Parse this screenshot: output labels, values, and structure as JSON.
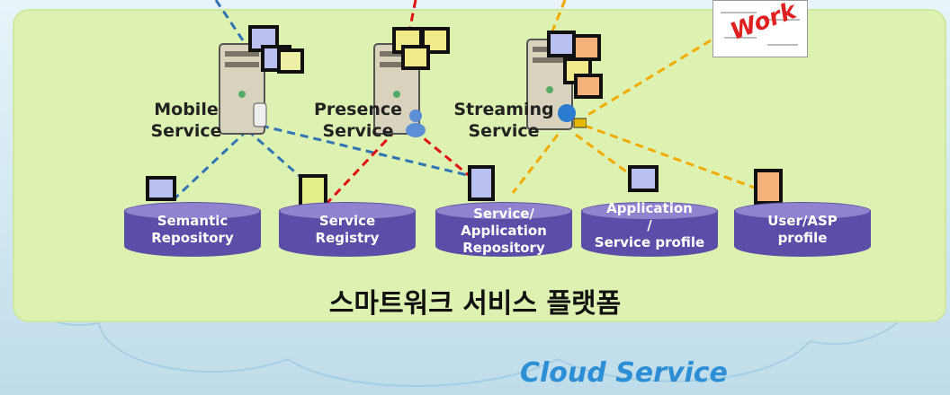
{
  "title": "스마트워크 서비스 플랫폼",
  "cloud_label": "Cloud Service",
  "services": [
    {
      "id": "mobile",
      "label_line1": "Mobile",
      "label_line2": "Service"
    },
    {
      "id": "presence",
      "label_line1": "Presence",
      "label_line2": "Service"
    },
    {
      "id": "streaming",
      "label_line1": "Streaming",
      "label_line2": "Service"
    }
  ],
  "repositories": [
    {
      "label_line1": "Semantic",
      "label_line2": "Repository",
      "label_line3": ""
    },
    {
      "label_line1": "Service",
      "label_line2": "Registry",
      "label_line3": ""
    },
    {
      "label_line1": "Service/",
      "label_line2": "Application",
      "label_line3": "Repository"
    },
    {
      "label_line1": "Application",
      "label_line2": "/",
      "label_line3": "Service profile"
    },
    {
      "label_line1": "User/ASP",
      "label_line2": "profile",
      "label_line3": ""
    }
  ],
  "workflow_thumbnail_text": "Work",
  "colors": {
    "panel": "#ddf2b0",
    "repository": "#5b4ea8",
    "line_mobile": "#2f75b5",
    "line_presence": "#e01010",
    "line_streaming": "#f2a900",
    "cloud_label": "#2c8fd6"
  }
}
